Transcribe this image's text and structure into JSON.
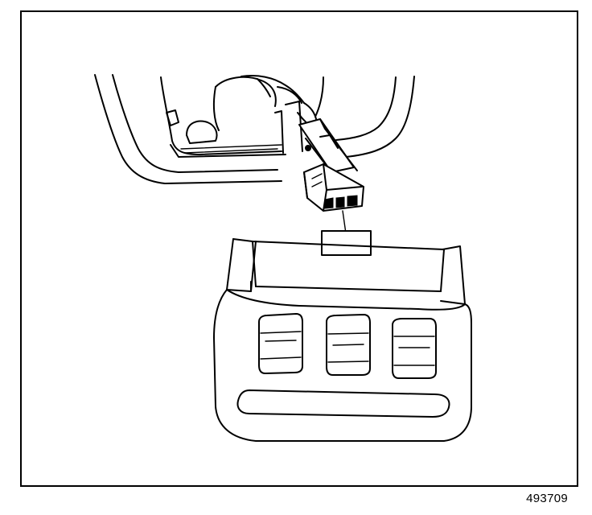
{
  "figure": {
    "number": "493709",
    "colors": {
      "line": "#000000",
      "background": "#ffffff"
    }
  },
  "icons": {
    "headliner": "overhead-console-opening",
    "harness": "wiring-harness-hand",
    "connector": "electrical-connector",
    "console": "overhead-console-switch-panel"
  }
}
